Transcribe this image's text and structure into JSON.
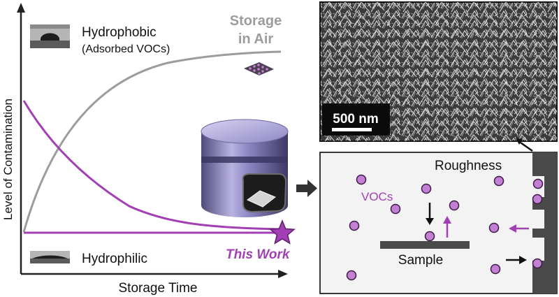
{
  "chart": {
    "ylabel": "Level of Contamination",
    "xlabel": "Storage Time",
    "legend_top_line1": "Hydrophobic",
    "legend_top_line2": "(Adsorbed VOCs)",
    "legend_bottom": "Hydrophilic",
    "storage_line1": "Storage",
    "storage_line2": "in Air",
    "this_work": "This Work"
  },
  "sem": {
    "scale_label": "500 nm"
  },
  "zoom": {
    "roughness": "Roughness",
    "vocs": "VOCs",
    "sample": "Sample"
  },
  "colors": {
    "purple": "#a23fb4",
    "gray": "#9c9c9c",
    "voc_fill": "#c27fd3",
    "dark": "#4a4a4a"
  },
  "icons": {
    "container": "sealed-storage-container",
    "star": "star-icon",
    "arrow": "right-arrow-icon"
  }
}
